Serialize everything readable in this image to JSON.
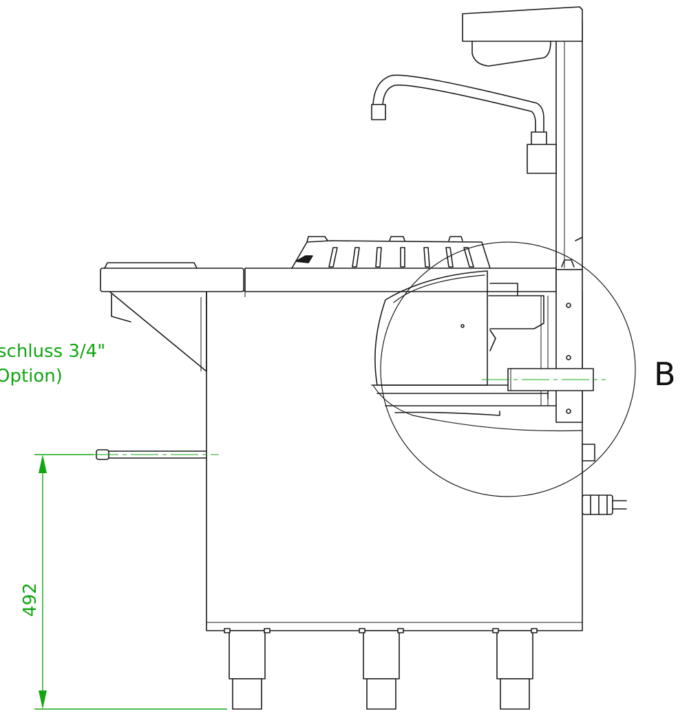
{
  "annotations": {
    "connection_line1": "schluss 3/4\"",
    "connection_line2": "Option)",
    "dimension_value": "492",
    "detail_label": "B"
  },
  "colors": {
    "line": "#1a1a1a",
    "dimension": "#11a511"
  }
}
